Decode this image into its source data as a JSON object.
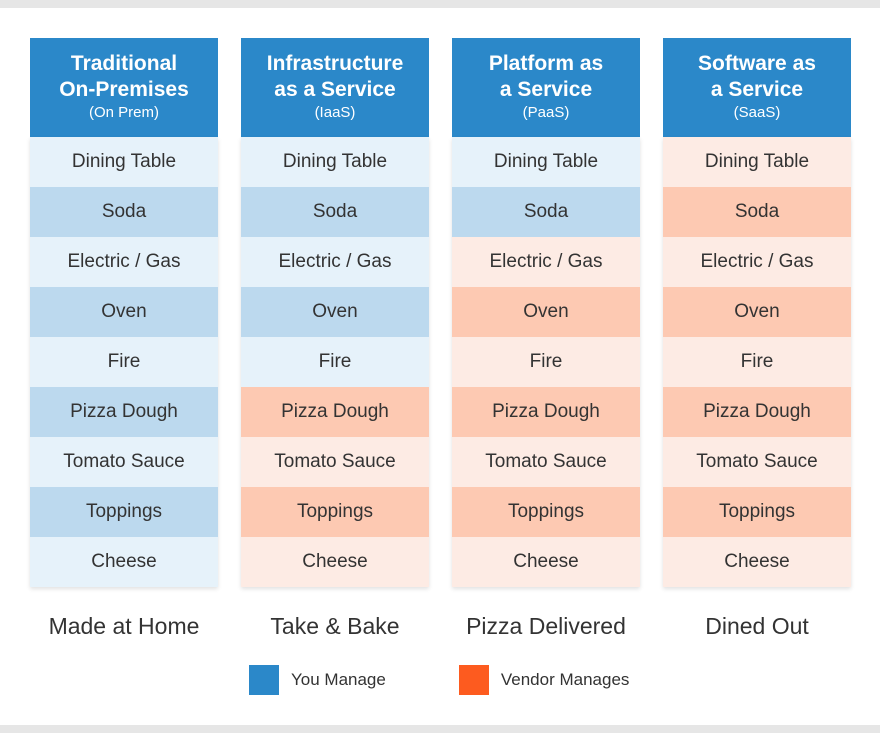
{
  "columns": [
    {
      "title": "Traditional\nOn-Premises",
      "abbr": "(On Prem)",
      "footer": "Made at Home",
      "vendor_from": 9
    },
    {
      "title": "Infrastructure\nas a Service",
      "abbr": "(IaaS)",
      "footer": "Take & Bake",
      "vendor_from": 5
    },
    {
      "title": "Platform as\na Service",
      "abbr": "(PaaS)",
      "footer": "Pizza Delivered",
      "vendor_from": 2
    },
    {
      "title": "Software as\na Service",
      "abbr": "(SaaS)",
      "footer": "Dined Out",
      "vendor_from": 0
    }
  ],
  "rows": [
    "Dining Table",
    "Soda",
    "Electric / Gas",
    "Oven",
    "Fire",
    "Pizza Dough",
    "Tomato Sauce",
    "Toppings",
    "Cheese"
  ],
  "legend": [
    {
      "label": "You Manage",
      "color": "#2b88c9"
    },
    {
      "label": "Vendor Manages",
      "color": "#fd5b1f"
    }
  ]
}
